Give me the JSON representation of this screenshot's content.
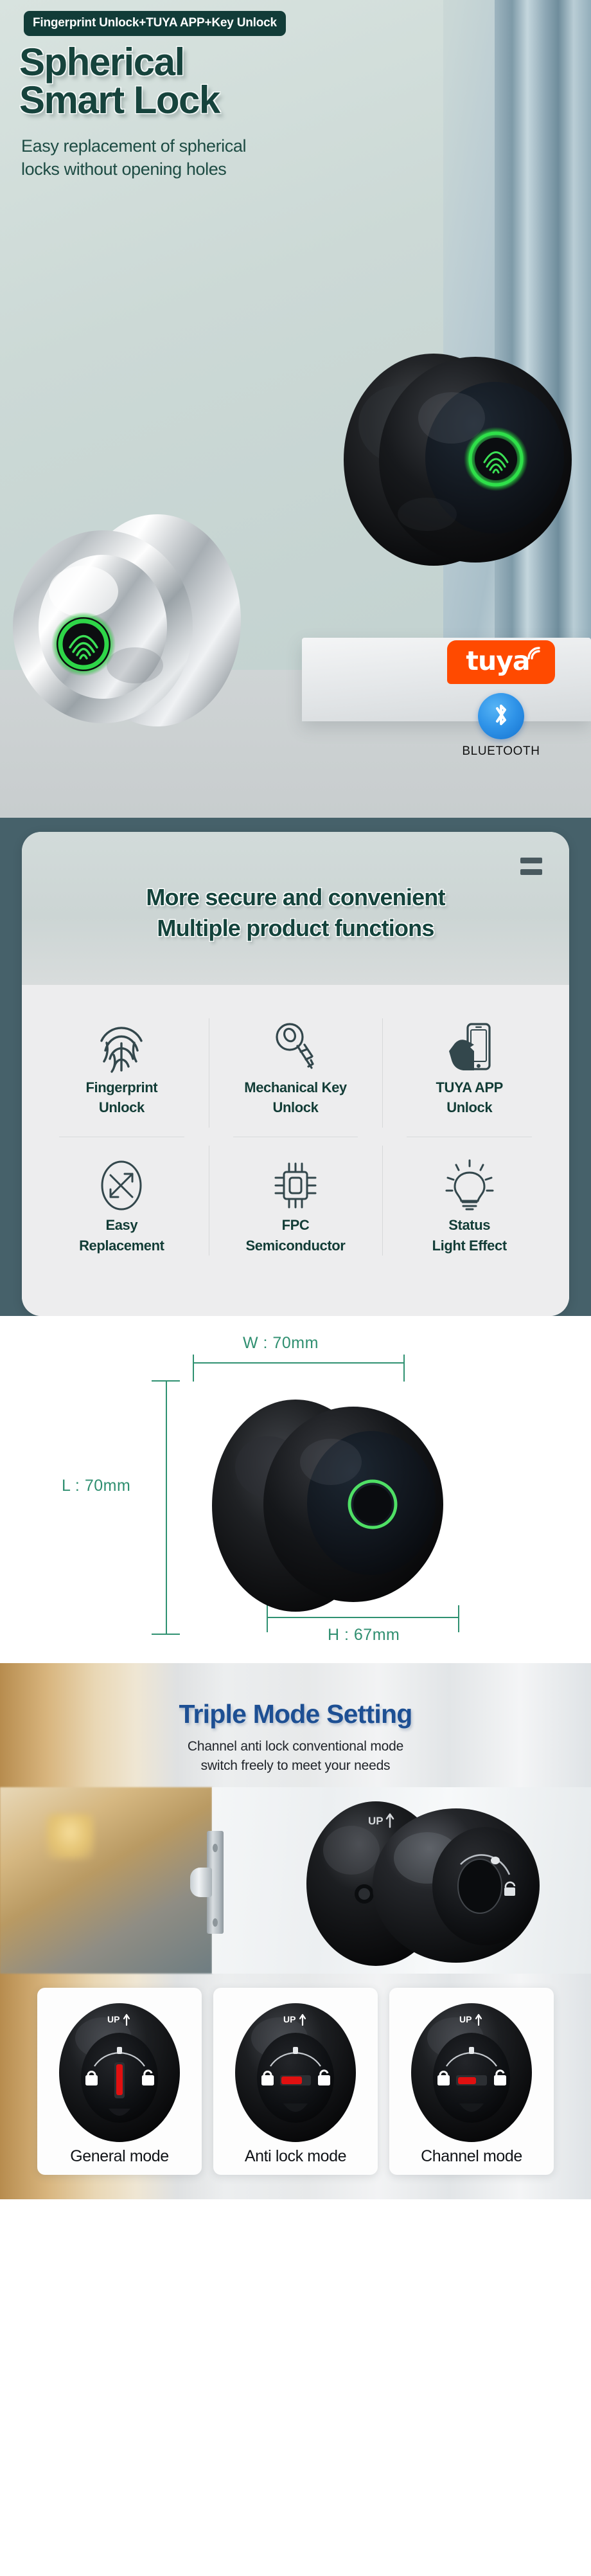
{
  "hero": {
    "badge": "Fingerprint Unlock+TUYA APP+Key Unlock",
    "title_line1": "Spherical",
    "title_line2": "Smart Lock",
    "sub_line1": "Easy replacement of spherical",
    "sub_line2": "locks without opening holes",
    "tuya_logo_text": "tuya",
    "bluetooth_label": "BLUETOOTH",
    "colors": {
      "badge_bg": "#123c38",
      "title_text": "#16433c",
      "tuya_orange": "#ff4a00",
      "bluetooth_blue": "#2f93e8",
      "fingerprint_green": "#2fd44a"
    }
  },
  "features": {
    "heading_line1": "More secure and convenient",
    "heading_line2": "Multiple product functions",
    "menu_icon": "hamburger-icon",
    "band_color": "#46616a",
    "items": [
      {
        "icon": "fingerprint-icon",
        "label_line1": "Fingerprint",
        "label_line2": "Unlock"
      },
      {
        "icon": "key-icon",
        "label_line1": "Mechanical Key",
        "label_line2": "Unlock"
      },
      {
        "icon": "hand-phone-icon",
        "label_line1": "TUYA APP",
        "label_line2": "Unlock"
      },
      {
        "icon": "exchange-arrows-icon",
        "label_line1": "Easy",
        "label_line2": "Replacement"
      },
      {
        "icon": "cpu-chip-icon",
        "label_line1": "FPC",
        "label_line2": "Semiconductor"
      },
      {
        "icon": "lightbulb-icon",
        "label_line1": "Status",
        "label_line2": "Light Effect"
      }
    ]
  },
  "dimensions": {
    "width_label": "W : 70mm",
    "length_label": "L : 70mm",
    "height_label": "H : 67mm",
    "line_color": "#2f9171"
  },
  "triple_mode": {
    "heading": "Triple Mode Setting",
    "sub_line1": "Channel anti lock conventional mode",
    "sub_line2": "switch freely to meet your needs",
    "heading_color": "#1d4f93",
    "door_knob_marking": "UP",
    "modes": [
      {
        "name": "General mode",
        "marking": "UP",
        "indicator": "vertical",
        "lock_icon": "padlock-closed-icon",
        "unlock_icon": "padlock-open-icon"
      },
      {
        "name": "Anti lock mode",
        "marking": "UP",
        "indicator": "horizontal-left",
        "lock_icon": "padlock-closed-icon",
        "unlock_icon": "padlock-open-icon"
      },
      {
        "name": "Channel mode",
        "marking": "UP",
        "indicator": "horizontal-left",
        "lock_icon": "padlock-closed-icon",
        "unlock_icon": "padlock-open-icon"
      }
    ]
  }
}
